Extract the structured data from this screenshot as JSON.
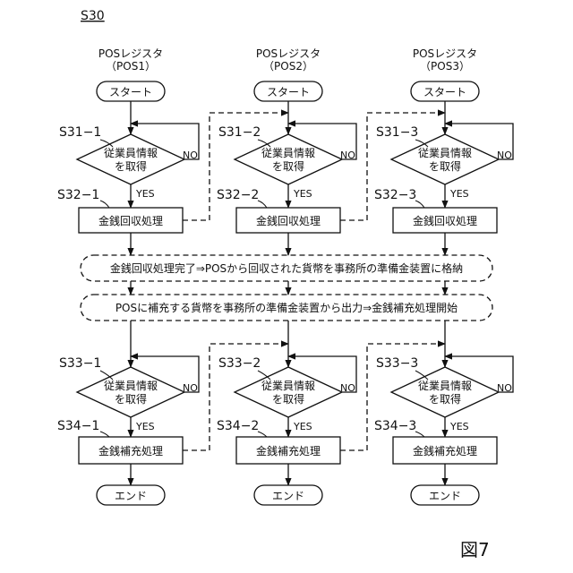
{
  "figure_id": "S30",
  "figure_label": "図7",
  "columns": [
    {
      "title": "POSレジスタ",
      "subtitle": "（POS1）",
      "start": "スタート",
      "decision1_id": "S31−1",
      "decision1": [
        "従業員情報",
        "を取得"
      ],
      "yes1": "YES",
      "no1": "NO",
      "process1_id": "S32−1",
      "process1": "金銭回収処理",
      "decision2_id": "S33−1",
      "decision2": [
        "従業員情報",
        "を取得"
      ],
      "yes2": "YES",
      "no2": "NO",
      "process2_id": "S34−1",
      "process2": "金銭補充処理",
      "end": "エンド"
    },
    {
      "title": "POSレジスタ",
      "subtitle": "（POS2）",
      "start": "スタート",
      "decision1_id": "S31−2",
      "decision1": [
        "従業員情報",
        "を取得"
      ],
      "yes1": "YES",
      "no1": "NO",
      "process1_id": "S32−2",
      "process1": "金銭回収処理",
      "decision2_id": "S33−2",
      "decision2": [
        "従業員情報",
        "を取得"
      ],
      "yes2": "YES",
      "no2": "NO",
      "process2_id": "S34−2",
      "process2": "金銭補充処理",
      "end": "エンド"
    },
    {
      "title": "POSレジスタ",
      "subtitle": "（POS3）",
      "start": "スタート",
      "decision1_id": "S31−3",
      "decision1": [
        "従業員情報",
        "を取得"
      ],
      "yes1": "YES",
      "no1": "NO",
      "process1_id": "S32−3",
      "process1": "金銭回収処理",
      "decision2_id": "S33−3",
      "decision2": [
        "従業員情報",
        "を取得"
      ],
      "yes2": "YES",
      "no2": "NO",
      "process2_id": "S34−3",
      "process2": "金銭補充処理",
      "end": "エンド"
    }
  ],
  "shared_steps": [
    "金銭回収処理完了⇒POSから回収された貨幣を事務所の準備金装置に格納",
    "POSに補充する貨幣を事務所の準備金装置から出力⇒金銭補充処理開始"
  ]
}
